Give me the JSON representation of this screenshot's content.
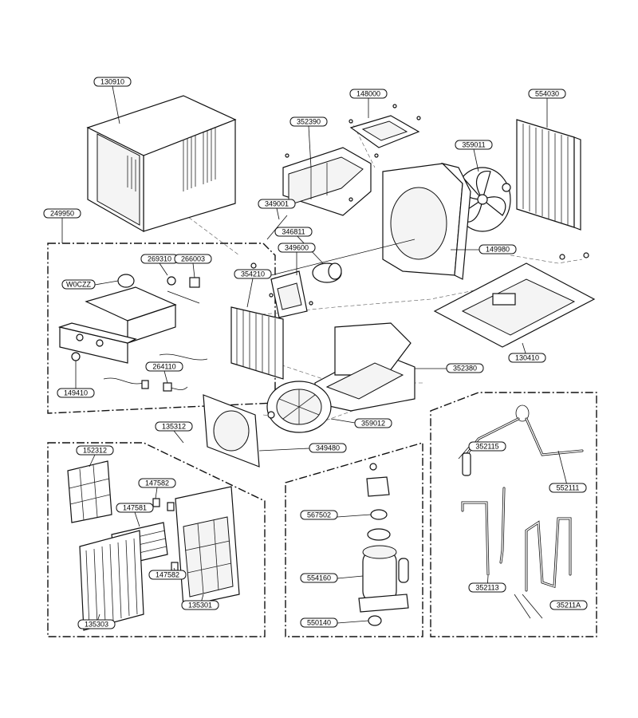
{
  "callouts": [
    {
      "id": "130910",
      "text": "130910"
    },
    {
      "id": "148000",
      "text": "148000"
    },
    {
      "id": "554030",
      "text": "554030"
    },
    {
      "id": "352390",
      "text": "352390"
    },
    {
      "id": "359011",
      "text": "359011"
    },
    {
      "id": "249950",
      "text": "249950"
    },
    {
      "id": "349001",
      "text": "349001"
    },
    {
      "id": "346811",
      "text": "346811"
    },
    {
      "id": "149980",
      "text": "149980"
    },
    {
      "id": "269310",
      "text": "269310"
    },
    {
      "id": "266003",
      "text": "266003"
    },
    {
      "id": "349600",
      "text": "349600"
    },
    {
      "id": "W0CZZ",
      "text": "W0CZZ"
    },
    {
      "id": "354210",
      "text": "354210"
    },
    {
      "id": "130410",
      "text": "130410"
    },
    {
      "id": "352380",
      "text": "352380"
    },
    {
      "id": "264110",
      "text": "264110"
    },
    {
      "id": "149410",
      "text": "149410"
    },
    {
      "id": "359012",
      "text": "359012"
    },
    {
      "id": "135312",
      "text": "135312"
    },
    {
      "id": "349480",
      "text": "349480"
    },
    {
      "id": "352115",
      "text": "352115"
    },
    {
      "id": "152312",
      "text": "152312"
    },
    {
      "id": "147582a",
      "text": "147582"
    },
    {
      "id": "552111",
      "text": "552111"
    },
    {
      "id": "147581",
      "text": "147581"
    },
    {
      "id": "567502",
      "text": "567502"
    },
    {
      "id": "147582b",
      "text": "147582"
    },
    {
      "id": "554160",
      "text": "554160"
    },
    {
      "id": "352113",
      "text": "352113"
    },
    {
      "id": "135301",
      "text": "135301"
    },
    {
      "id": "35211A",
      "text": "35211A"
    },
    {
      "id": "550140",
      "text": "550140"
    },
    {
      "id": "135303",
      "text": "135303"
    }
  ]
}
